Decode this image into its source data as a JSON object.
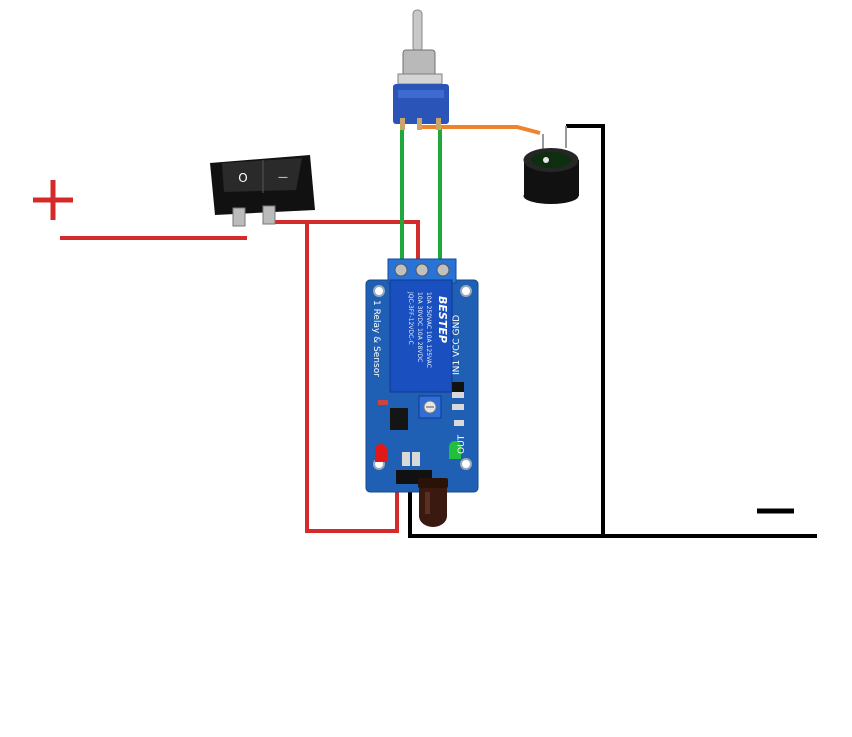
{
  "terminals": {
    "positive": "+",
    "negative": "—"
  },
  "rocker_switch": {
    "off_symbol": "O",
    "on_symbol": "—"
  },
  "relay_module": {
    "board_label": "1 Relay & Sensor",
    "relay_brand": "BESTEP",
    "relay_ratings": [
      "10A 250VAC  10A 125VAC",
      "10A 30VDC   10A 28VDC",
      "JQC-3FF-12VDC-C"
    ],
    "side_label": "IN1 VCC GND",
    "small_label": "OUT",
    "colors": {
      "board": "#1f5fb4",
      "relay": "#1a4fbf",
      "terminal": "#2a73d6"
    }
  },
  "wire_colors": {
    "positive": "#d42a2a",
    "negative": "#000000",
    "switch_lead": "#22a83a",
    "buzzer_lead": "#f0822a"
  },
  "components": [
    "toggle-switch",
    "rocker-switch",
    "buzzer",
    "relay-module",
    "flame-sensor"
  ]
}
